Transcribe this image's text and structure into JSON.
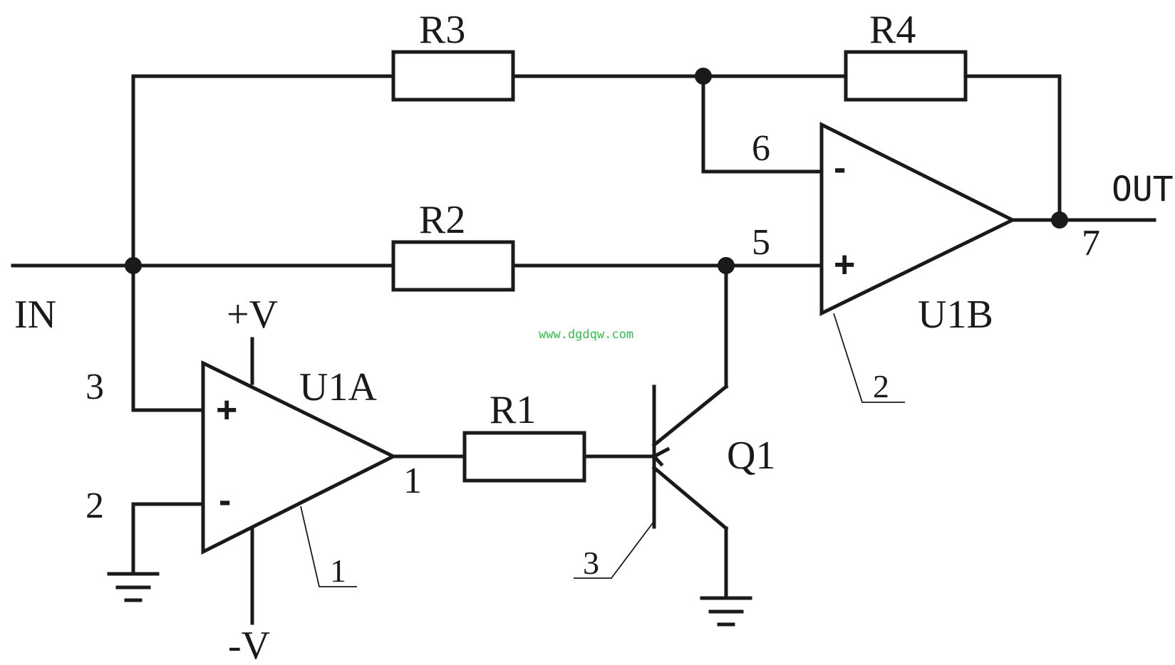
{
  "labels": {
    "r1": "R1",
    "r2": "R2",
    "r3": "R3",
    "r4": "R4",
    "u1a": "U1A",
    "u1b": "U1B",
    "q1": "Q1",
    "in": "IN",
    "out": "OUT",
    "vpos": "+V",
    "vneg": "-V"
  },
  "pins": {
    "p1": "1",
    "p2": "2",
    "p3": "3",
    "p5": "5",
    "p6": "6",
    "p7": "7"
  },
  "signs": {
    "plus": "+",
    "minus": "-"
  },
  "callouts": {
    "c1": "1",
    "c2": "2",
    "c3": "3"
  },
  "watermark": "www.dgdqw.com",
  "colors": {
    "ink": "#1a1a1a",
    "watermark": "#2fbf4a",
    "background": "#ffffff"
  }
}
